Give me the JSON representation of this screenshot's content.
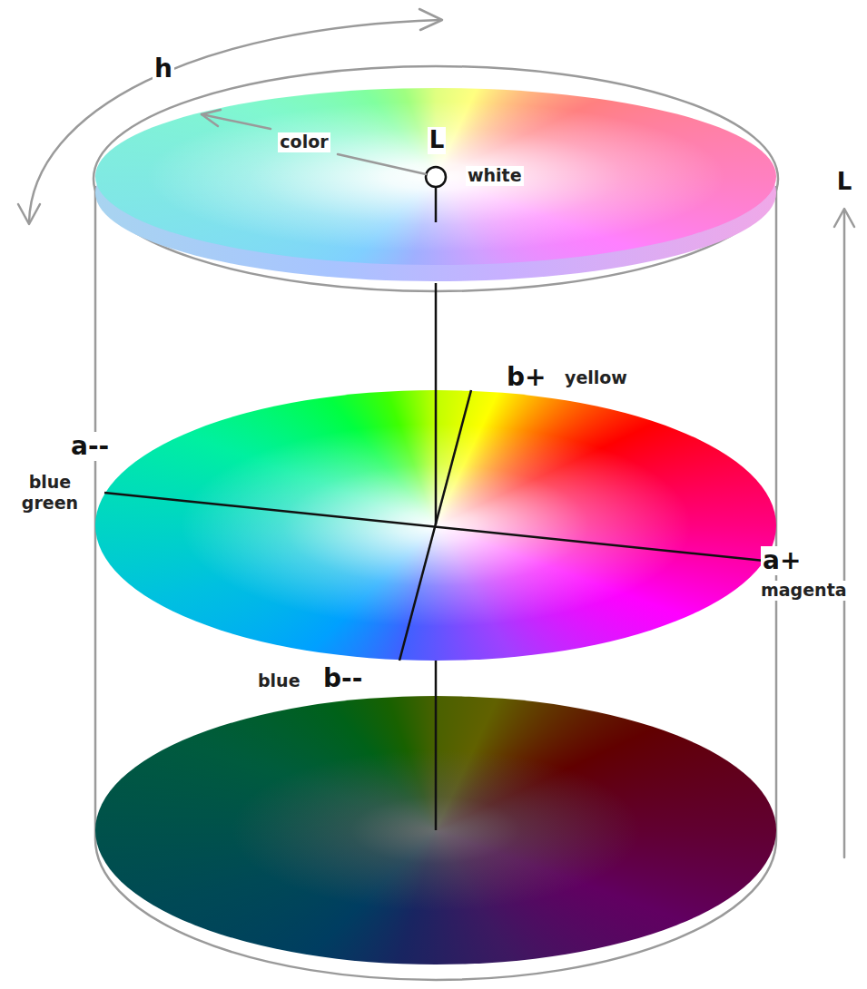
{
  "diagram": {
    "labels": [
      "h",
      "color",
      "L",
      "white",
      "L",
      "b+",
      "yellow",
      "a--",
      "blue green",
      "a+",
      "magenta",
      "blue",
      "b--"
    ]
  }
}
